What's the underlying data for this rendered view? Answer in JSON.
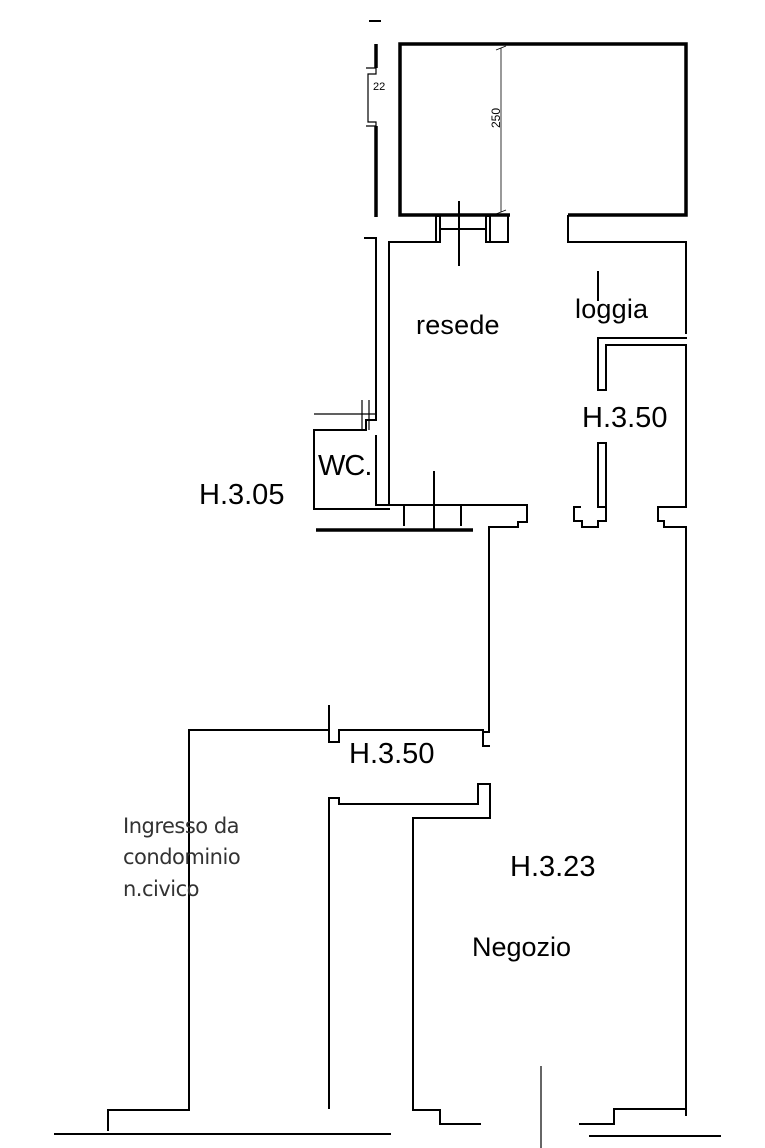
{
  "plan": {
    "rooms": {
      "resede": "resede",
      "loggia": "loggia",
      "wc": "WC.",
      "negozio": "Negozio"
    },
    "heights": {
      "loggia": "H.3.50",
      "wc": "H.3.05",
      "corridor": "H.3.50",
      "negozio": "H.3.23"
    },
    "entrance_note": {
      "line1": "Ingresso da",
      "line2": "condominio",
      "line3": "n.civico"
    },
    "dimensions": {
      "depth": "250",
      "small": "22"
    }
  }
}
